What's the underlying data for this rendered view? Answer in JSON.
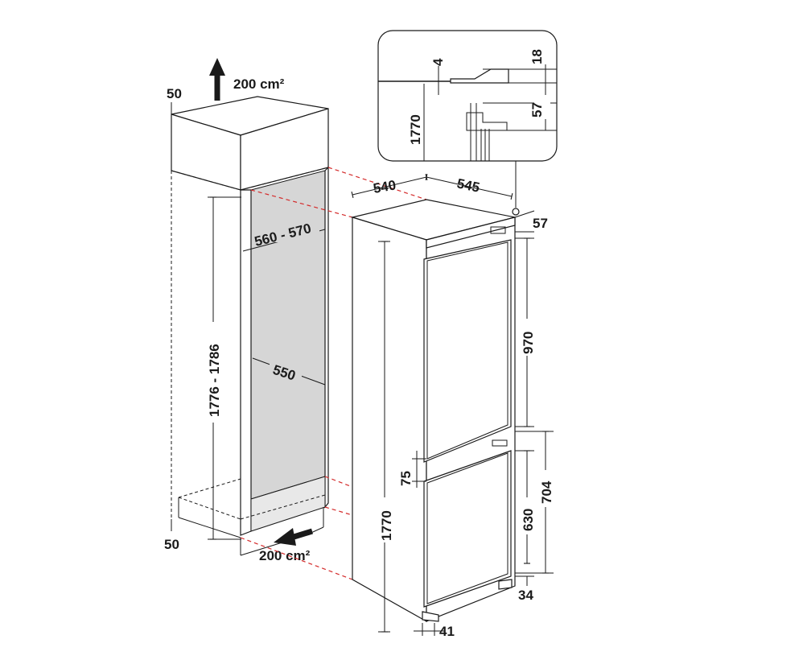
{
  "colors": {
    "line": "#1a1a1a",
    "alignment_dash": "#d42a2a",
    "cavity_fill": "#d6d6d6",
    "background": "#ffffff"
  },
  "icons": {
    "airflow_top": "arrow-up-icon",
    "airflow_bottom": "arrow-left-icon"
  },
  "niche": {
    "ventilation_top": "200 cm²",
    "ventilation_bottom": "200 cm²",
    "top_gap": "50",
    "bottom_gap": "50",
    "height": "1776 - 1786",
    "width": "560 - 570",
    "depth": "550"
  },
  "appliance": {
    "width": "540",
    "depth": "545",
    "top_offset": "57",
    "fridge_door_height": "970",
    "gap_between_doors": "75",
    "freezer_door_height": "630",
    "freezer_section_height": "704",
    "door_bottom_offset": "34",
    "side_height": "1770",
    "plinth_depth": "41"
  },
  "detail": {
    "height": "1770",
    "gap": "4",
    "top_clearance": "18",
    "hinge_offset": "57"
  }
}
